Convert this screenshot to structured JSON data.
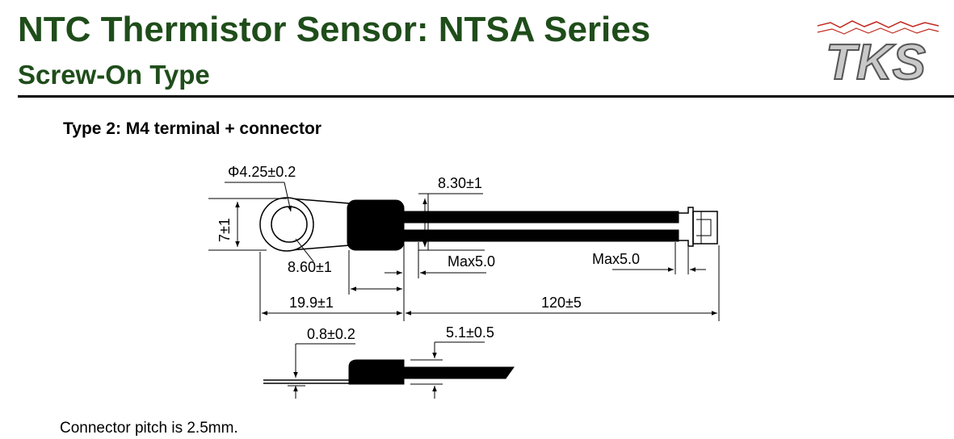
{
  "header": {
    "title": "NTC Thermistor Sensor: NTSA Series",
    "subtitle": "Screw-On Type",
    "logo_text": "TKS"
  },
  "section": {
    "heading": "Type 2: M4 terminal + connector"
  },
  "dimensions": {
    "hole_diameter": "Φ4.25±0.2",
    "height": "7±1",
    "body_length": "8.60±1",
    "terminal_length": "19.9±1",
    "lead_offset": "8.30±1",
    "max_left": "Max5.0",
    "max_right": "Max5.0",
    "cable_length": "120±5",
    "thickness": "0.8±0.2",
    "body_height": "5.1±0.5"
  },
  "footer": {
    "note": "Connector pitch is 2.5mm."
  },
  "colors": {
    "heading_green": "#1f4d1a",
    "logo_red": "#c0281e",
    "logo_gray": "#9a9a9a"
  }
}
